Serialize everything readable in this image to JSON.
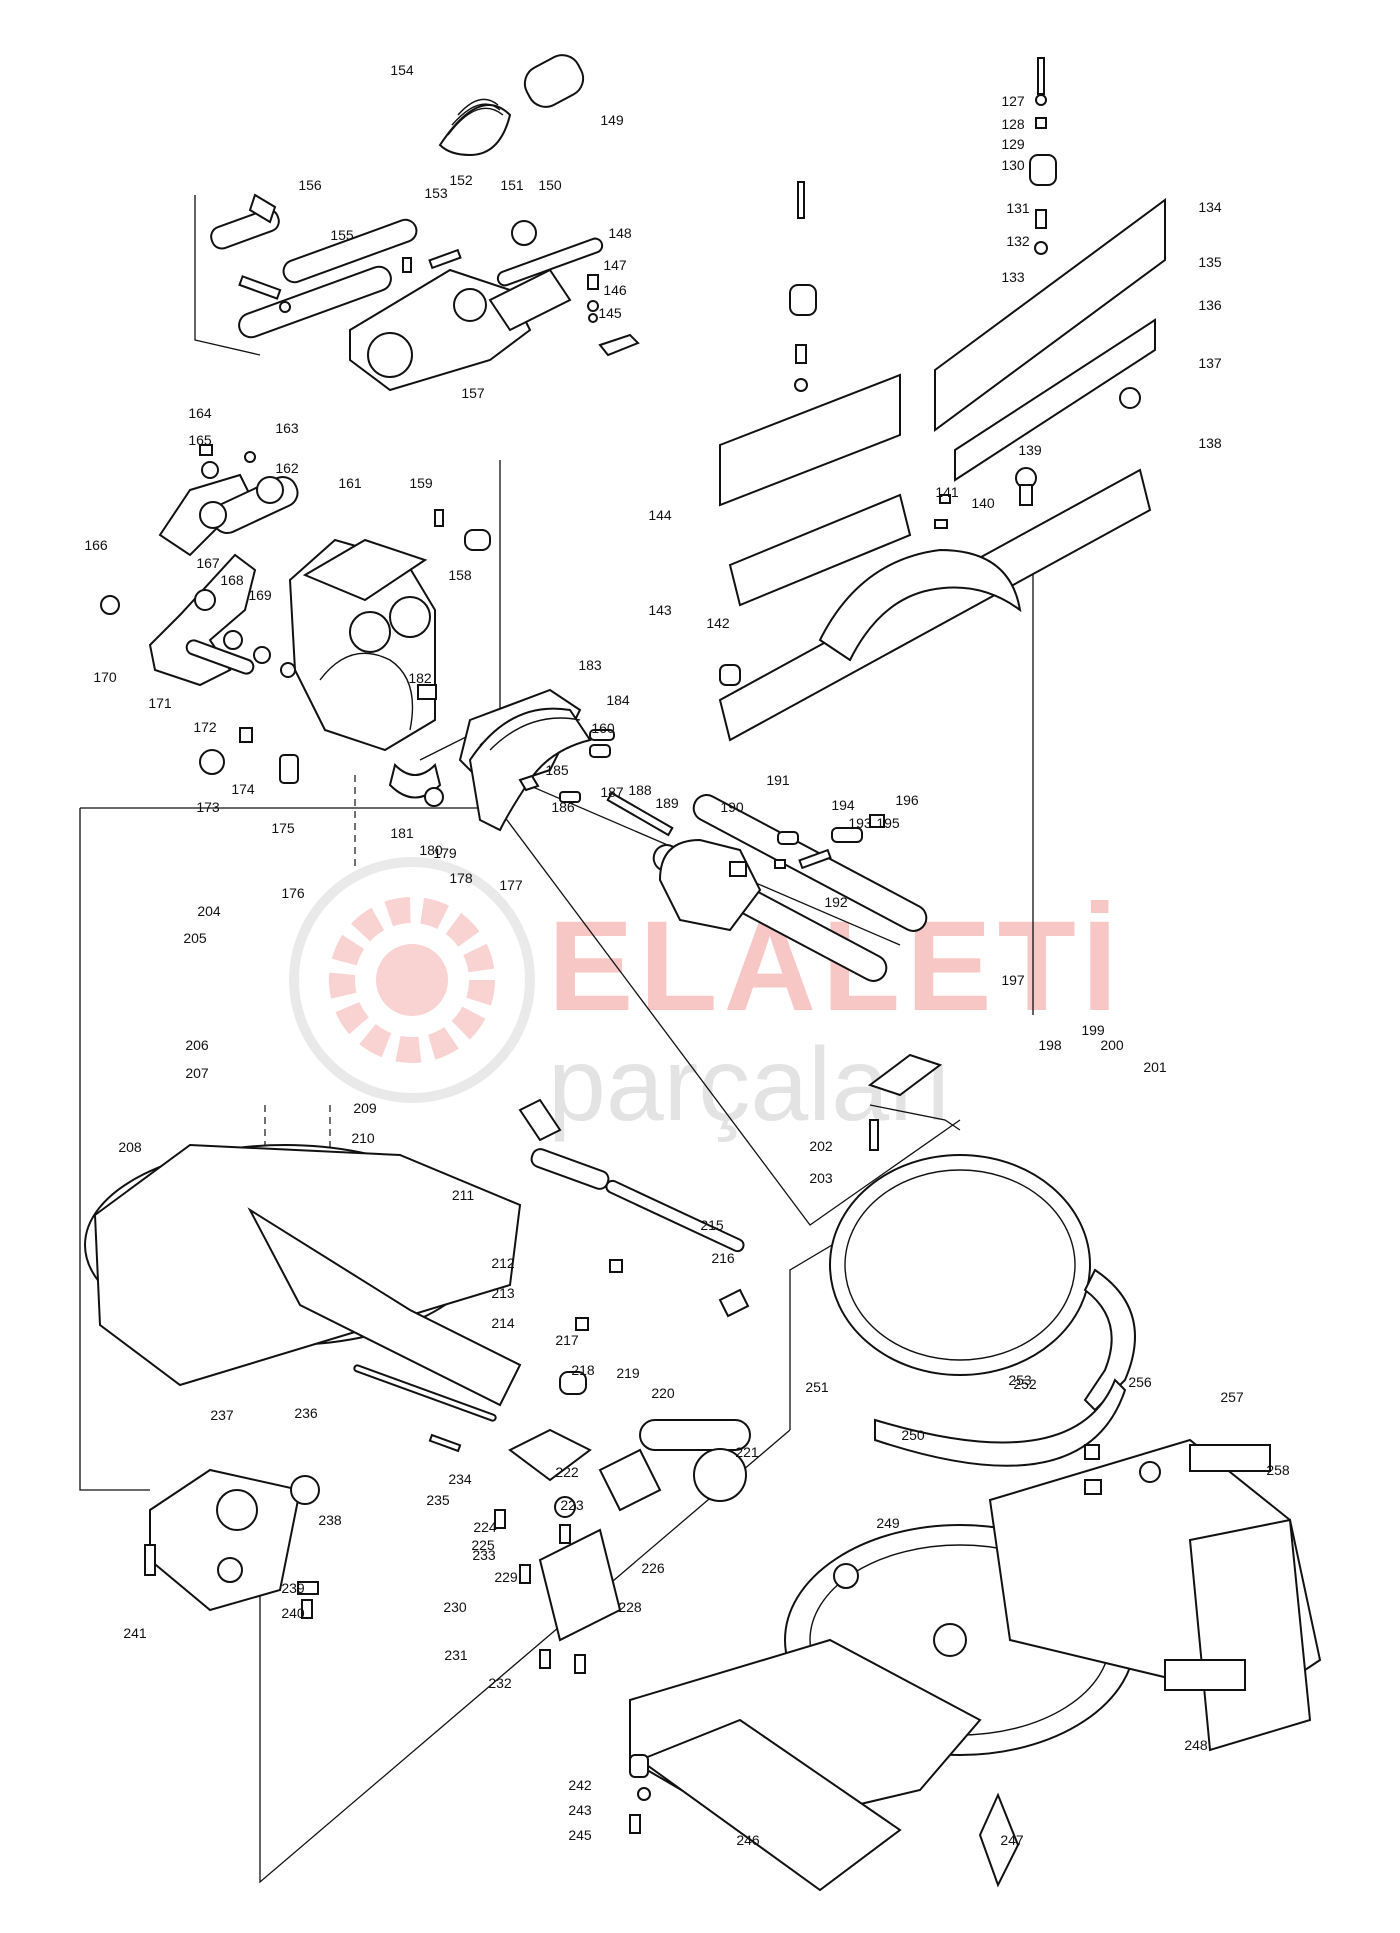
{
  "watermark": {
    "line1": "ELALETİ",
    "line2": "parçaları",
    "accent_color": "#e53935",
    "secondary_color": "#9e9e9e",
    "icon": "gear-wrench-logo-icon"
  },
  "part_labels": [
    "127",
    "128",
    "129",
    "130",
    "131",
    "132",
    "133",
    "134",
    "135",
    "136",
    "137",
    "138",
    "139",
    "140",
    "141",
    "142",
    "143",
    "144",
    "145",
    "146",
    "147",
    "148",
    "149",
    "150",
    "151",
    "152",
    "153",
    "154",
    "155",
    "156",
    "157",
    "158",
    "159",
    "160",
    "161",
    "162",
    "163",
    "164",
    "165",
    "166",
    "167",
    "168",
    "169",
    "170",
    "171",
    "172",
    "173",
    "174",
    "175",
    "176",
    "177",
    "178",
    "179",
    "180",
    "181",
    "182",
    "183",
    "184",
    "185",
    "186",
    "187",
    "188",
    "189",
    "190",
    "191",
    "192",
    "193",
    "194",
    "195",
    "196",
    "197",
    "198",
    "199",
    "200",
    "201",
    "202",
    "203",
    "204",
    "205",
    "206",
    "207",
    "208",
    "209",
    "210",
    "211",
    "212",
    "213",
    "214",
    "215",
    "216",
    "217",
    "218",
    "219",
    "220",
    "221",
    "222",
    "223",
    "224",
    "225",
    "226",
    "228",
    "229",
    "230",
    "231",
    "232",
    "233",
    "234",
    "235",
    "236",
    "237",
    "238",
    "239",
    "240",
    "241",
    "242",
    "243",
    "245",
    "246",
    "247",
    "248",
    "249",
    "250",
    "251",
    "252",
    "253",
    "256",
    "257",
    "258"
  ]
}
